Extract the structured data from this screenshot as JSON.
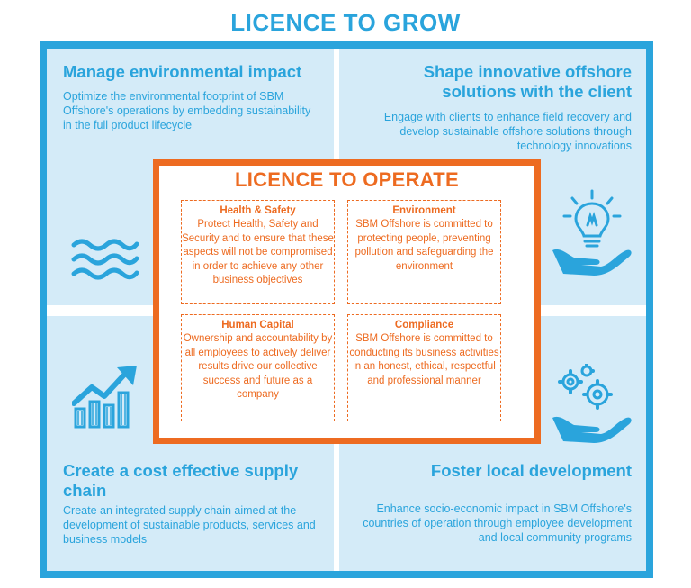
{
  "title": "LICENCE TO GROW",
  "quadrants": {
    "top_left": {
      "title": "Manage environmental impact",
      "text": "Optimize the environmental footprint of SBM Offshore's operations by embedding sustainability in the full product lifecycle",
      "icon": "waves-icon"
    },
    "top_right": {
      "title": "Shape innovative offshore solutions with the client",
      "text": "Engage with clients to enhance field recovery and develop sustainable offshore solutions through technology innovations",
      "icon": "lightbulb-hand-icon"
    },
    "bottom_left": {
      "title": "Create a cost effective supply chain",
      "text": "Create an integrated supply chain aimed at the development of sustainable products, services and business models",
      "icon": "growth-chart-icon"
    },
    "bottom_right": {
      "title": "Foster local development",
      "text": "Enhance socio-economic impact in SBM Offshore's countries of operation through employee development and local community programs",
      "icon": "gears-hand-icon"
    }
  },
  "operate": {
    "title": "LICENCE TO OPERATE",
    "boxes": [
      {
        "title": "Health & Safety",
        "text": "Protect Health, Safety and Security and to ensure that these aspects will not be compromised in order to achieve any other business objectives"
      },
      {
        "title": "Environment",
        "text": "SBM Offshore is committed to protecting people, preventing pollution and safeguarding the environment"
      },
      {
        "title": "Human Capital",
        "text": "Ownership and accountability by all employees to actively deliver results drive our collective success and future as a company"
      },
      {
        "title": "Compliance",
        "text": "SBM Offshore is committed to conducting its business activities in an honest, ethical, respectful and professional manner"
      }
    ]
  },
  "colors": {
    "blue": "#2aa4dc",
    "light_blue": "#d4ebf8",
    "orange": "#ed6b21"
  }
}
